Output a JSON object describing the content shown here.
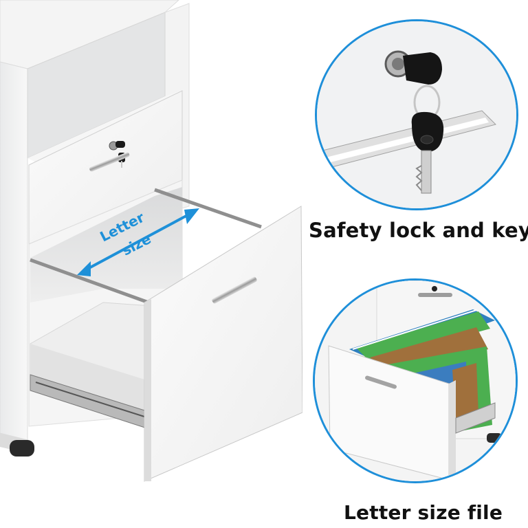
{
  "captions": {
    "lock": "Safety lock and keys",
    "file": "Letter size file"
  },
  "drawer_label": {
    "line1": "Letter",
    "line2": "size"
  },
  "colors": {
    "accent_blue": "#1e8fd9",
    "cabinet_white": "#f7f7f7",
    "file_green": "#4caf50",
    "file_brown": "#a0703c",
    "file_blue": "#3b7dbf"
  },
  "icons": [
    "key-icon",
    "lock-icon",
    "double-arrow-icon"
  ]
}
